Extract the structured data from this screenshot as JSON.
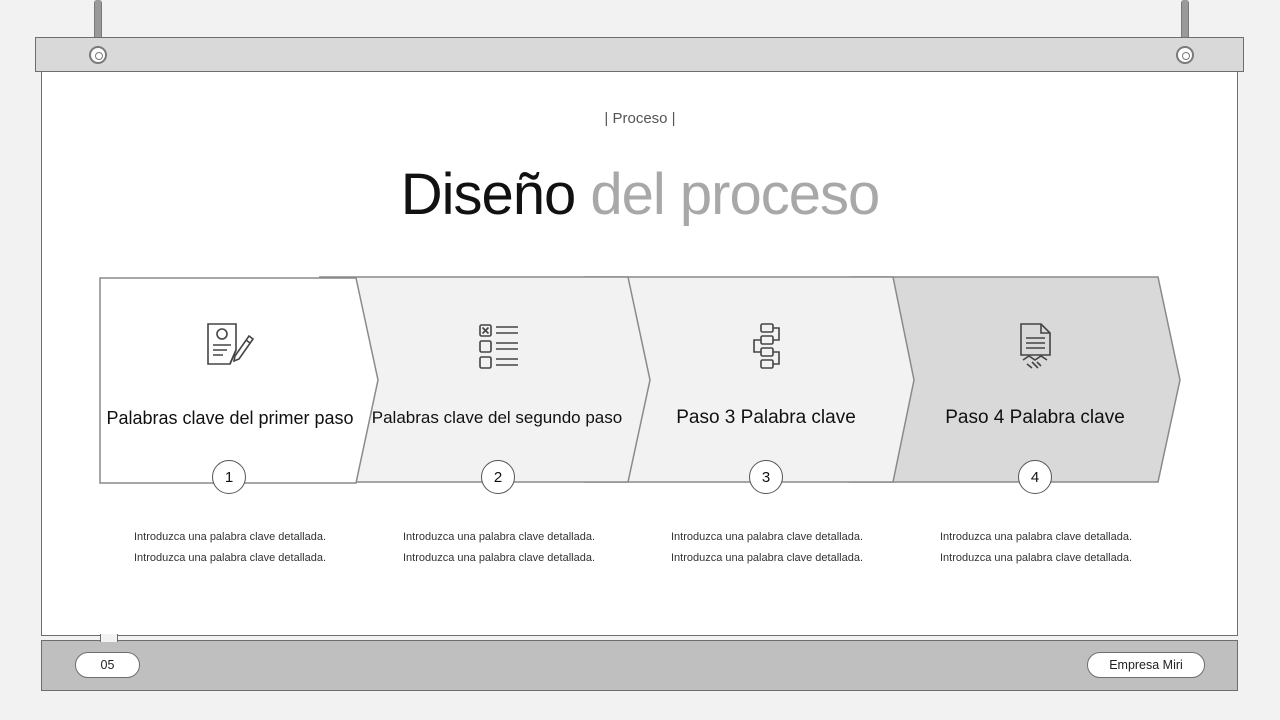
{
  "header": {
    "kicker": "| Proceso |",
    "title_dark": "Diseño",
    "title_light": "del proceso"
  },
  "steps": [
    {
      "number": "1",
      "label": "Palabras clave del primer paso",
      "icon": "document-edit-icon",
      "desc_line1": "Introduzca una palabra clave detallada.",
      "desc_line2": "Introduzca una palabra clave detallada.",
      "fill": "#ffffff"
    },
    {
      "number": "2",
      "label": "Palabras clave del segundo paso",
      "icon": "checklist-icon",
      "desc_line1": "Introduzca una palabra clave detallada.",
      "desc_line2": "Introduzca una palabra clave detallada.",
      "fill": "#f2f2f2"
    },
    {
      "number": "3",
      "label": "Paso 3 Palabra clave",
      "icon": "flowchart-icon",
      "desc_line1": "Introduzca una palabra clave detallada.",
      "desc_line2": "Introduzca una palabra clave detallada.",
      "fill": "#f2f2f2"
    },
    {
      "number": "4",
      "label": "Paso 4 Palabra clave",
      "icon": "contract-handshake-icon",
      "desc_line1": "Introduzca una palabra clave detallada.",
      "desc_line2": "Introduzca una palabra clave detallada.",
      "fill": "#d9d9d9"
    }
  ],
  "footer": {
    "page_number": "05",
    "company": "Empresa Miri"
  }
}
